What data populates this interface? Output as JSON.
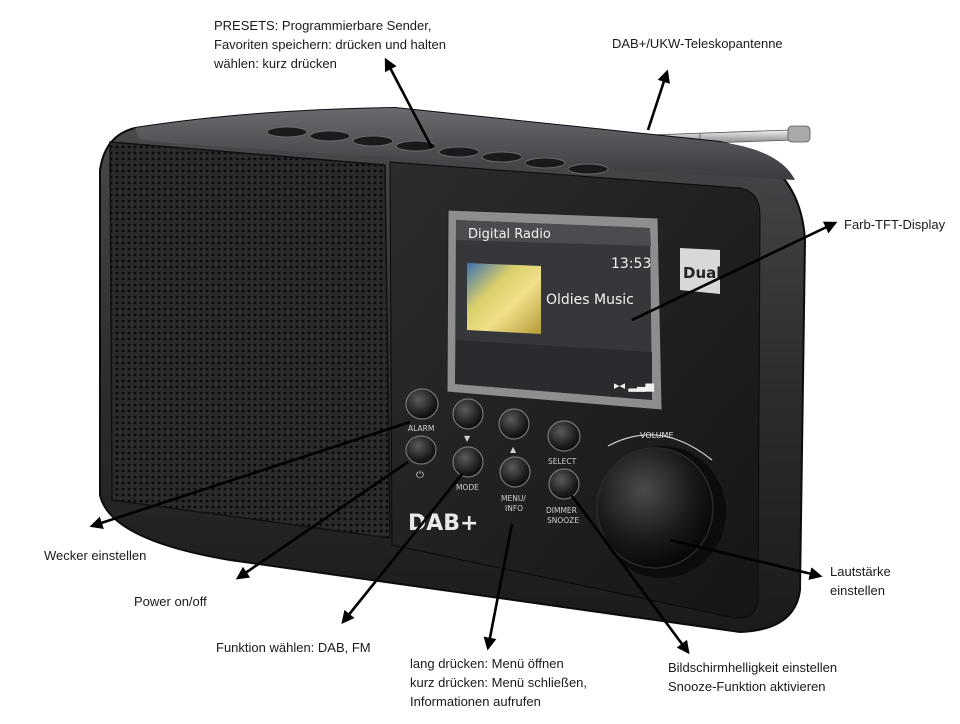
{
  "display": {
    "title": "Digital Radio",
    "time": "13:53",
    "station": "Oldies Music"
  },
  "brand": {
    "logo_text": "Dual",
    "dab_logo": "DAB+"
  },
  "buttons": {
    "alarm": "ALARM",
    "power": "⏻",
    "down": "▼",
    "up": "▲",
    "mode": "MODE",
    "menu_line1": "MENU/",
    "menu_line2": "INFO",
    "select": "SELECT",
    "dimmer_line1": "DIMMER",
    "dimmer_line2": "SNOOZE",
    "volume": "VOLUME"
  },
  "annotations": {
    "presets": [
      "PRESETS: Programmierbare Sender,",
      "Favoriten speichern: drücken und halten",
      "wählen: kurz drücken"
    ],
    "antenna": [
      "DAB+/UKW-Teleskopantenne"
    ],
    "display": [
      "Farb-TFT-Display"
    ],
    "alarm": [
      "Wecker einstellen"
    ],
    "power": [
      "Power on/off"
    ],
    "mode": [
      "Funktion wählen: DAB, FM"
    ],
    "menu": [
      "lang drücken:  Menü öffnen",
      "kurz drücken:  Menü schließen,",
      "Informationen aufrufen"
    ],
    "dimmer": [
      "Bildschirmhelligkeit einstellen",
      "Snooze-Funktion aktivieren"
    ],
    "volume": [
      "Lautstärke",
      "einstellen"
    ]
  },
  "colors": {
    "body": "#2e2f31",
    "front_panel": "#1e1f21",
    "arrow": "#000000",
    "screen_bg": "#35373a"
  }
}
